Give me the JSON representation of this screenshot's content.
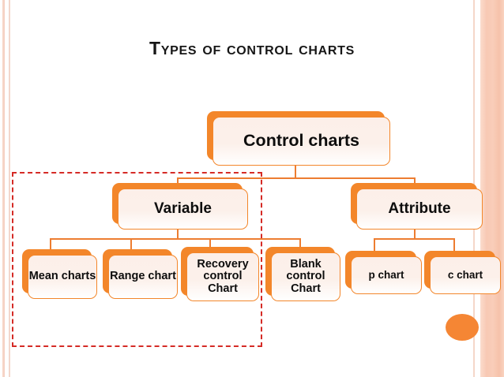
{
  "slide": {
    "title": "Types of control charts",
    "background_color": "#ffffff",
    "accent_color": "#f3862a",
    "highlight_color": "#d52b26",
    "text_color": "#0d0d0d"
  },
  "diagram": {
    "type": "tree",
    "root": {
      "label": "Control charts"
    },
    "level2": [
      {
        "id": "variable",
        "label": "Variable"
      },
      {
        "id": "attribute",
        "label": "Attribute"
      }
    ],
    "leaves": [
      {
        "id": "mean",
        "label": "Mean charts",
        "parent": "variable"
      },
      {
        "id": "range",
        "label": "Range chart",
        "parent": "variable"
      },
      {
        "id": "recovery",
        "label": "Recovery control Chart",
        "parent": "variable"
      },
      {
        "id": "blank",
        "label": "Blank control Chart",
        "parent": "variable"
      },
      {
        "id": "p",
        "label": "p chart",
        "parent": "attribute"
      },
      {
        "id": "c",
        "label": "c chart",
        "parent": "attribute"
      }
    ],
    "highlight_region": {
      "style": "red-dashed-rectangle",
      "encloses": [
        "Mean charts",
        "Range chart",
        "Recovery control Chart"
      ]
    }
  },
  "decor": {
    "left_border": "thin-pink-rule",
    "right_border": "peach-gradient-band",
    "bullet_dot": "orange-ellipse"
  }
}
